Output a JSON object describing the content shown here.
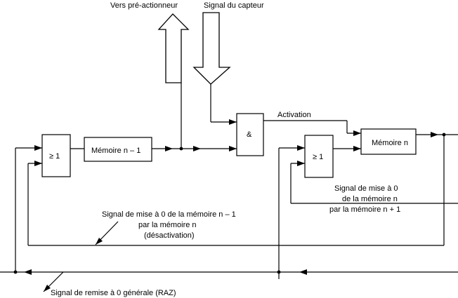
{
  "labels": {
    "pre_actionneur": "Vers pré-actionneur",
    "capteur": "Signal du capteur",
    "activation": "Activation",
    "reset_n_minus_1_line1": "Signal de mise à 0 de la mémoire n – 1",
    "reset_n_minus_1_line2": "par la mémoire n",
    "reset_n_minus_1_line3": "(désactivation)",
    "reset_n_line1": "Signal de mise à 0",
    "reset_n_line2": "de la mémoire n",
    "reset_n_line3": "par la mémoire n + 1",
    "raz": "Signal de remise à 0 générale (RAZ)"
  },
  "blocks": {
    "or_gate_1": "≥ 1",
    "memory_n_minus_1": "Mémoire n – 1",
    "and_gate": "&",
    "or_gate_2": "≥ 1",
    "memory_n": "Mémoire n"
  },
  "colors": {
    "line": "#000000",
    "background": "#ffffff"
  }
}
